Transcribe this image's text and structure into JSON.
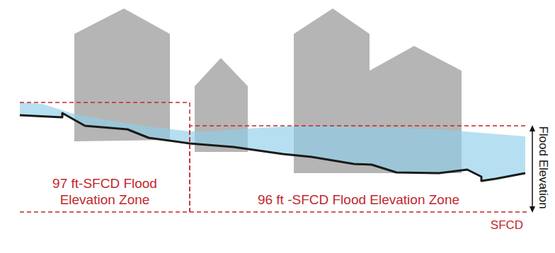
{
  "diagram": {
    "nodes": [
      {
        "text": [
          "97 ft-SFCD Flood Elevation Zone"
        ]
      },
      {
        "text": [
          "96 ft -SFCD Flood Elevation Zone"
        ]
      }
    ],
    "labels": [
      "Flood Elevation",
      "SFCD"
    ]
  }
}
